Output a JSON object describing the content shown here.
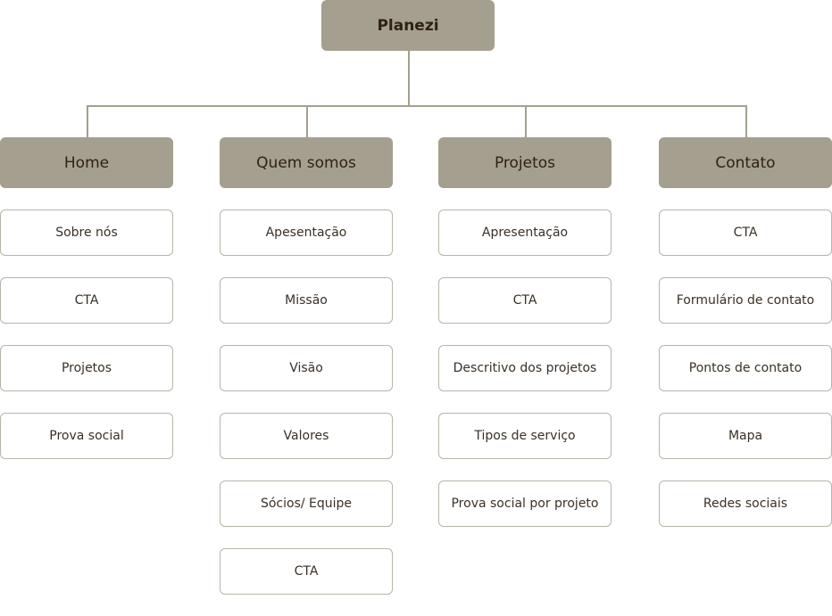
{
  "root": {
    "label": "Planezi"
  },
  "colors": {
    "node_fill": "#a59f90",
    "node_text": "#2e2215",
    "item_border": "#b9b4a8",
    "item_text": "#3a3026"
  },
  "columns": [
    {
      "label": "Home",
      "items": [
        "Sobre nós",
        "CTA",
        "Projetos",
        "Prova social"
      ]
    },
    {
      "label": "Quem somos",
      "items": [
        "Apesentação",
        "Missão",
        "Visão",
        "Valores",
        "Sócios/ Equipe",
        "CTA"
      ]
    },
    {
      "label": "Projetos",
      "items": [
        "Apresentação",
        "CTA",
        "Descritivo dos projetos",
        "Tipos de serviço",
        "Prova social por projeto"
      ]
    },
    {
      "label": "Contato",
      "items": [
        "CTA",
        "Formulário de contato",
        "Pontos de contato",
        "Mapa",
        "Redes sociais"
      ]
    }
  ]
}
